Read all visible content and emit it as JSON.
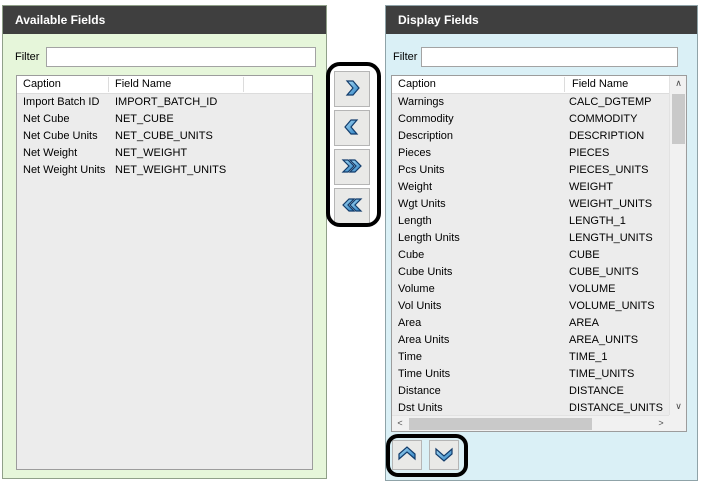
{
  "available_panel": {
    "title": "Available Fields",
    "filter_label": "Filter",
    "filter_value": "",
    "columns": {
      "caption": "Caption",
      "field": "Field Name"
    },
    "rows": [
      {
        "caption": "Import Batch ID",
        "field": "IMPORT_BATCH_ID"
      },
      {
        "caption": "Net Cube",
        "field": "NET_CUBE"
      },
      {
        "caption": "Net Cube Units",
        "field": "NET_CUBE_UNITS"
      },
      {
        "caption": "Net Weight",
        "field": "NET_WEIGHT"
      },
      {
        "caption": "Net Weight Units",
        "field": "NET_WEIGHT_UNITS"
      }
    ]
  },
  "display_panel": {
    "title": "Display Fields",
    "filter_label": "Filter",
    "filter_value": "",
    "columns": {
      "caption": "Caption",
      "field": "Field Name"
    },
    "rows": [
      {
        "caption": "Warnings",
        "field": "CALC_DGTEMP"
      },
      {
        "caption": "Commodity",
        "field": "COMMODITY"
      },
      {
        "caption": "Description",
        "field": "DESCRIPTION"
      },
      {
        "caption": "Pieces",
        "field": "PIECES"
      },
      {
        "caption": "Pcs Units",
        "field": "PIECES_UNITS"
      },
      {
        "caption": "Weight",
        "field": "WEIGHT"
      },
      {
        "caption": "Wgt Units",
        "field": "WEIGHT_UNITS"
      },
      {
        "caption": "Length",
        "field": "LENGTH_1"
      },
      {
        "caption": "Length Units",
        "field": "LENGTH_UNITS"
      },
      {
        "caption": "Cube",
        "field": "CUBE"
      },
      {
        "caption": "Cube Units",
        "field": "CUBE_UNITS"
      },
      {
        "caption": "Volume",
        "field": "VOLUME"
      },
      {
        "caption": "Vol Units",
        "field": "VOLUME_UNITS"
      },
      {
        "caption": "Area",
        "field": "AREA"
      },
      {
        "caption": "Area Units",
        "field": "AREA_UNITS"
      },
      {
        "caption": "Time",
        "field": "TIME_1"
      },
      {
        "caption": "Time Units",
        "field": "TIME_UNITS"
      },
      {
        "caption": "Distance",
        "field": "DISTANCE"
      },
      {
        "caption": "Dst Units",
        "field": "DISTANCE_UNITS"
      }
    ]
  },
  "transfer_buttons": {
    "move_right_icon": "chevron-right-icon",
    "move_left_icon": "chevron-left-icon",
    "move_all_right_icon": "double-chevron-right-icon",
    "move_all_left_icon": "double-chevron-left-icon"
  },
  "order_buttons": {
    "move_up_icon": "chevron-up-icon",
    "move_down_icon": "chevron-down-icon"
  },
  "scrollbar_glyphs": {
    "up": "∧",
    "down": "∨",
    "left": "<",
    "right": ">"
  },
  "colors": {
    "title_bar": "#3f3f3f",
    "available_panel_bg": "#e6f6da",
    "display_panel_bg": "#daf0f6",
    "list_bg": "#ececec",
    "arrow_blue_light": "#a6d9f4",
    "arrow_blue_dark": "#2a7fc2",
    "arrow_outline": "#123c6b",
    "annotation": "#000000"
  }
}
